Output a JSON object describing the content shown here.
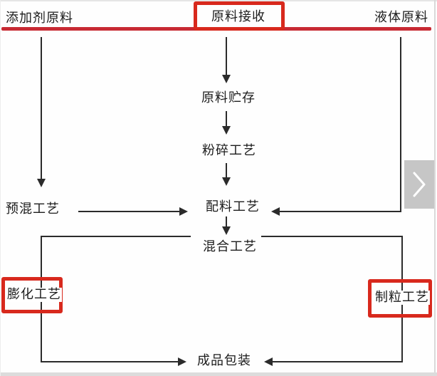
{
  "colors": {
    "highlight_red": "#d8291d",
    "divider_red": "#c82a33",
    "line_color": "#2b2b2b",
    "chevron_bg": "#c6c6c6",
    "chevron_arrow": "#ffffff"
  },
  "nodes": {
    "additive_material": "添加剂原料",
    "material_receiving": "原料接收",
    "liquid_material": "液体原料",
    "material_storage": "原料贮存",
    "crushing_process": "粉碎工艺",
    "premix_process": "预混工艺",
    "batching_process": "配料工艺",
    "mixing_process": "混合工艺",
    "extrusion_process": "膨化工艺",
    "pelleting_process": "制粒工艺",
    "finished_packaging": "成品包装"
  },
  "carousel": {
    "next_icon": "chevron-right-icon"
  }
}
